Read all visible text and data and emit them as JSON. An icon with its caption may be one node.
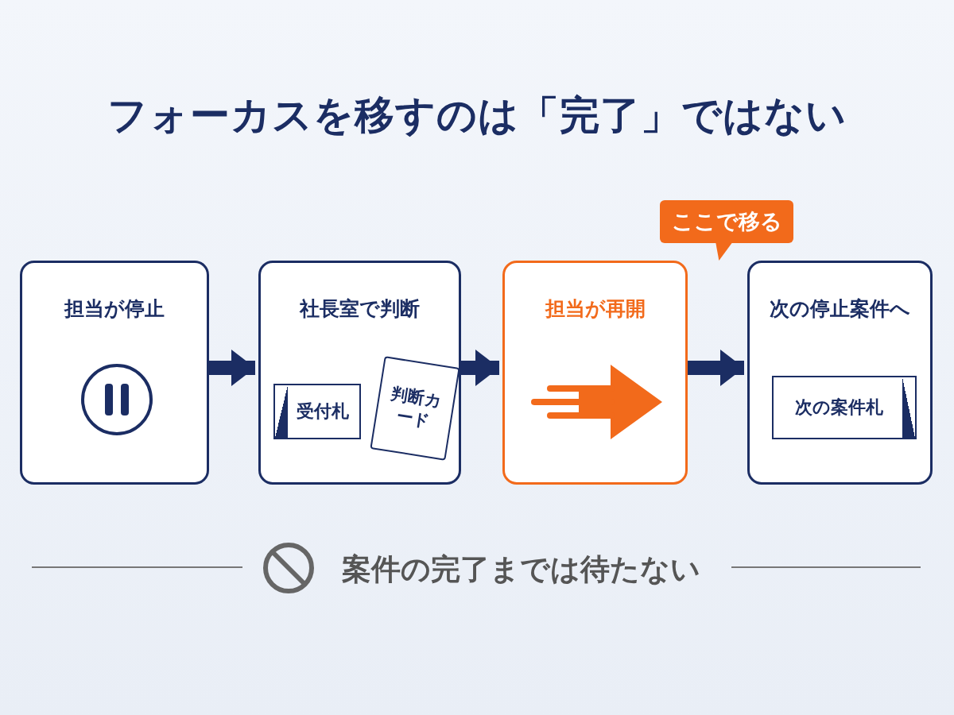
{
  "diagram": {
    "title": "フォーカスを移すのは「完了」ではない",
    "nodes": [
      {
        "text": [
          "担当が停止"
        ]
      },
      {
        "text": [
          "社長室で判断"
        ]
      },
      {
        "text": [
          "受付札"
        ],
        "in": 1
      },
      {
        "text": [
          "判断カード"
        ],
        "in": 1
      },
      {
        "text": [
          "担当が再開"
        ]
      },
      {
        "text": [
          "ここで移る"
        ]
      },
      {
        "text": [
          "次の停止案件へ"
        ]
      },
      {
        "text": [
          "次の案件札"
        ],
        "in": 6
      }
    ],
    "edges": [
      {
        "from": 0,
        "to": 1,
        "arrow": "to"
      },
      {
        "from": 1,
        "to": 4,
        "arrow": "to"
      },
      {
        "from": 4,
        "to": 6,
        "arrow": "to"
      }
    ],
    "labels": [
      "案件の完了までは待たない"
    ]
  }
}
